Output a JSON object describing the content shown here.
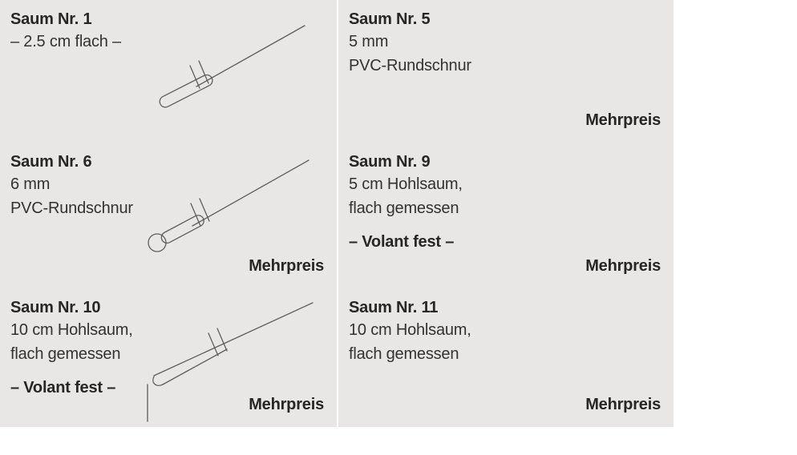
{
  "page": {
    "background_color": "#ffffff",
    "panel_background_color": "#e8e7e5",
    "line_color": "#5d5d5d",
    "text_color": "#262626"
  },
  "panels": [
    {
      "id": "saum-1",
      "title": "Saum Nr. 1",
      "lines": [
        "– 2.5 cm flach –"
      ],
      "note": "",
      "mehrpreis": "",
      "drawing": "flat-hem-drawing"
    },
    {
      "id": "saum-5",
      "title": "Saum Nr. 5",
      "lines": [
        "5 mm",
        "PVC-Rundschnur"
      ],
      "note": "",
      "mehrpreis": "Mehrpreis",
      "drawing": "pvc-round-cord-hem-drawing"
    },
    {
      "id": "saum-6",
      "title": "Saum Nr. 6",
      "lines": [
        "6 mm",
        "PVC-Rundschnur"
      ],
      "note": "",
      "mehrpreis": "Mehrpreis",
      "drawing": "pvc-round-cord-hem-drawing"
    },
    {
      "id": "saum-9",
      "title": "Saum Nr. 9",
      "lines": [
        "5 cm Hohlsaum,",
        "flach gemessen"
      ],
      "note": "– Volant fest –",
      "mehrpreis": "Mehrpreis",
      "drawing": "hollow-hem-volant-drawing"
    },
    {
      "id": "saum-10",
      "title": "Saum Nr. 10",
      "lines": [
        "10 cm Hohlsaum,",
        "flach gemessen"
      ],
      "note": "– Volant fest –",
      "mehrpreis": "Mehrpreis",
      "drawing": "hollow-hem-volant-drawing"
    },
    {
      "id": "saum-11",
      "title": "Saum Nr. 11",
      "lines": [
        "10 cm Hohlsaum,",
        "flach gemessen"
      ],
      "note": "",
      "mehrpreis": "Mehrpreis",
      "drawing": "hollow-hem-drawing"
    }
  ]
}
